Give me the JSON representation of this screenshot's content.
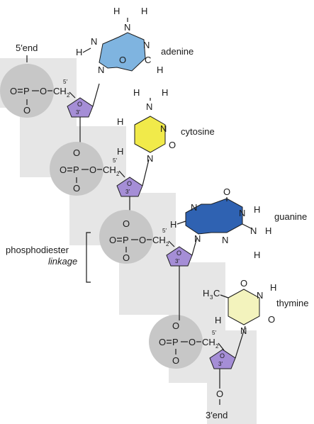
{
  "ends": {
    "five": "5′end",
    "three": "3′end"
  },
  "bases": [
    {
      "name": "adenine",
      "fill": "#7fb4e0"
    },
    {
      "name": "cytosine",
      "fill": "#f1ea4a"
    },
    {
      "name": "guanine",
      "fill": "#2f62b2"
    },
    {
      "name": "thymine",
      "fill": "#f3f3bd"
    }
  ],
  "linkage": {
    "line1": "phosphodiester",
    "line2": "linkage"
  },
  "colors": {
    "backbone": "#e6e6e6",
    "phosphate": "#c7c7c7",
    "sugar": "#a58ed6"
  },
  "atoms": {
    "H": "H",
    "N": "N",
    "O": "O",
    "P": "P",
    "C": "C",
    "ch2": "CH",
    "sub2": "2",
    "ch3": "H",
    "c3": "C",
    "sub3": "3",
    "prime5": "5′",
    "prime3": "3′"
  }
}
